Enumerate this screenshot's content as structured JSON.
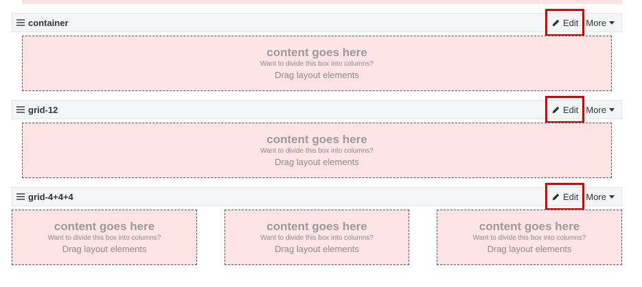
{
  "colors": {
    "drop_zone_bg": "#fde3e3",
    "header_bg": "#f4f5f7",
    "highlight": "#e00000"
  },
  "rows": [
    {
      "title": "container",
      "edit_label": "Edit",
      "more_label": "More",
      "boxes": [
        {
          "title": "content goes here",
          "subtitle": "Want to divide this box into columns?",
          "hint": "Drag layout elements"
        }
      ]
    },
    {
      "title": "grid-12",
      "edit_label": "Edit",
      "more_label": "More",
      "boxes": [
        {
          "title": "content goes here",
          "subtitle": "Want to divide this box into columns?",
          "hint": "Drag layout elements"
        }
      ]
    },
    {
      "title": "grid-4+4+4",
      "edit_label": "Edit",
      "more_label": "More",
      "boxes": [
        {
          "title": "content goes here",
          "subtitle": "Want to divide this box into columns?",
          "hint": "Drag layout elements"
        },
        {
          "title": "content goes here",
          "subtitle": "Want to divide this box into columns?",
          "hint": "Drag layout elements"
        },
        {
          "title": "content goes here",
          "subtitle": "Want to divide this box into columns?",
          "hint": "Drag layout elements"
        }
      ]
    }
  ]
}
